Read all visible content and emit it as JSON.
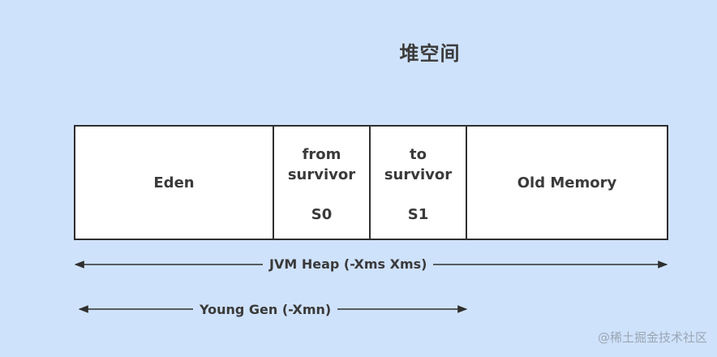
{
  "title": "堆空间",
  "regions": {
    "eden": "Eden",
    "from_survivor": {
      "line1": "from",
      "line2": "survivor",
      "line3": "S0"
    },
    "to_survivor": {
      "line1": "to",
      "line2": "survivor",
      "line3": "S1"
    },
    "old": "Old Memory"
  },
  "arrows": {
    "jvm_heap": "JVM Heap (-Xms  Xms)",
    "young_gen": "Young Gen (-Xmn)"
  },
  "watermark": "@稀土掘金技术社区",
  "colors": {
    "background": "#cfe2fb",
    "box_fill": "#ffffff",
    "stroke": "#2f2f2f"
  }
}
